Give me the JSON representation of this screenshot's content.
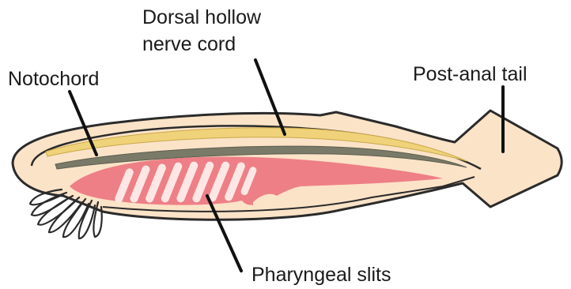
{
  "labels": {
    "dorsal_line1": "Dorsal hollow",
    "dorsal_line2": "nerve cord",
    "notochord": "Notochord",
    "tail": "Post-anal tail",
    "pharyngeal": "Pharyngeal slits"
  },
  "colors": {
    "body_fill": "#fbe3c8",
    "outline": "#2b2b2b",
    "nerve_cord": "#f0d27a",
    "notochord": "#7a7a68",
    "pharynx": "#ee7f86",
    "slits": "#fde7e4",
    "leader_line": "#111111"
  }
}
